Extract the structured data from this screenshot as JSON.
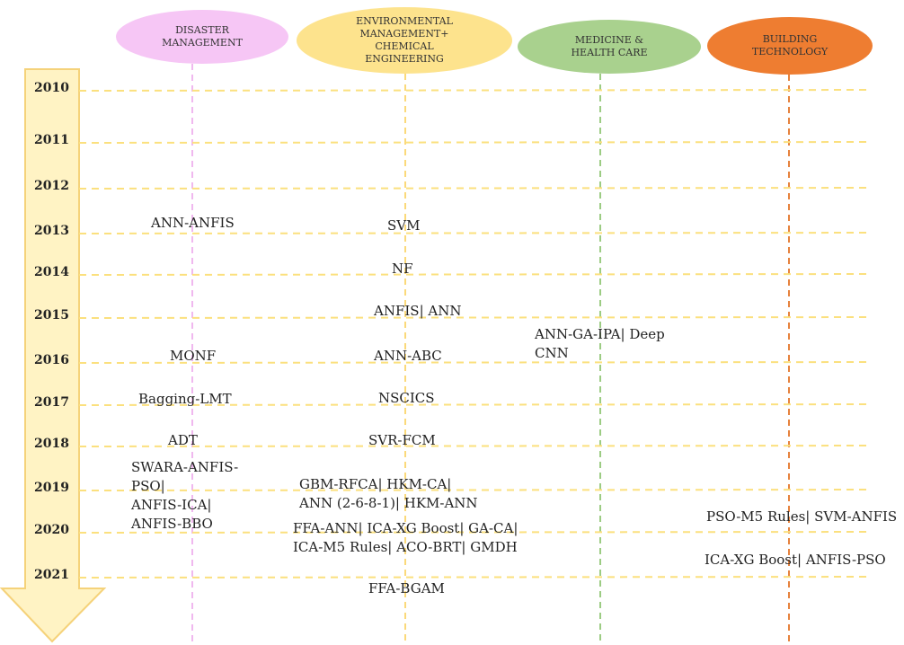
{
  "years": [
    "2010",
    "2011",
    "2012",
    "2013",
    "2014",
    "2015",
    "2016",
    "2017",
    "2018",
    "2019",
    "2020",
    "2021"
  ],
  "categories": [
    {
      "lines": [
        "DISASTER",
        "MANAGEMENT"
      ],
      "fill": "#f6c6f5",
      "line_color": "#f0b8ef"
    },
    {
      "lines": [
        "ENVIRONMENTAL",
        "MANAGEMENT+",
        "CHEMICAL",
        "ENGINEERING"
      ],
      "fill": "#fde38d",
      "line_color": "#fbd97a"
    },
    {
      "lines": [
        "MEDICINE &",
        "HEALTH CARE"
      ],
      "fill": "#a9d18e",
      "line_color": "#9ccc83"
    },
    {
      "lines": [
        "BUILDING",
        "TECHNOLOGY"
      ],
      "fill": "#ee7d31",
      "line_color": "#e6823d"
    }
  ],
  "entries": [
    {
      "text": "ANN-ANFIS"
    },
    {
      "text": "MONF"
    },
    {
      "text": "Bagging-LMT"
    },
    {
      "text": "ADT"
    },
    {
      "text": "SWARA-ANFIS-\nPSO|\nANFIS-ICA|\nANFIS-BBO"
    },
    {
      "text": "SVM"
    },
    {
      "text": "NF"
    },
    {
      "text": "ANFIS| ANN"
    },
    {
      "text": "ANN-ABC"
    },
    {
      "text": "NSCICS"
    },
    {
      "text": "SVR-FCM"
    },
    {
      "text": "GBM-RFCA| HKM-CA|\nANN (2-6-8-1)| HKM-ANN"
    },
    {
      "text": "FFA-ANN| ICA-XG Boost| GA-CA|\nICA-M5 Rules| ACO-BRT| GMDH"
    },
    {
      "text": "FFA-BGAM"
    },
    {
      "text": "ANN-GA-IPA| Deep\nCNN"
    },
    {
      "text": "PSO-M5 Rules| SVM-ANFIS"
    },
    {
      "text": "ICA-XG Boost| ANFIS-PSO"
    }
  ],
  "colors": {
    "arrow_fill": "#fff3c4",
    "arrow_stroke": "#f5d27a",
    "year_line": "#fbe07e",
    "text": "#222222"
  }
}
